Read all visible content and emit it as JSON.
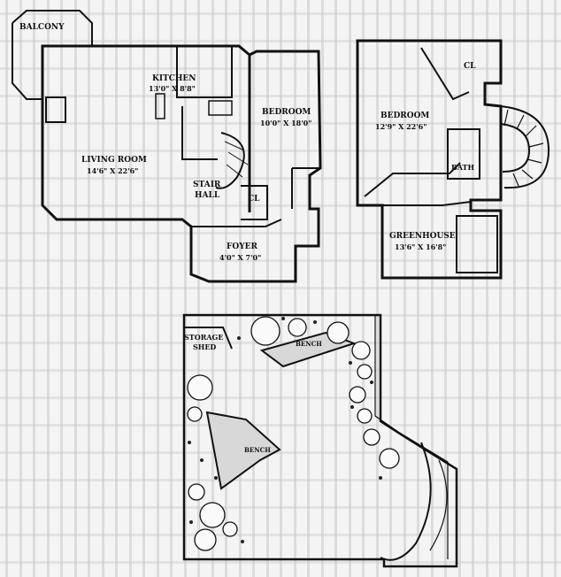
{
  "labels": {
    "balcony": "BALCONY",
    "kitchen": "KITCHEN",
    "kitchen_dim": "13'0\" X 8'8\"",
    "living_room": "LIVING ROOM",
    "living_room_dim": "14'6\" X 22'6\"",
    "bedroom1": "BEDROOM",
    "bedroom1_dim": "10'0\" X 18'0\"",
    "stair": "STAIR",
    "hall": "HALL",
    "closet1": "CL",
    "foyer": "FOYER",
    "foyer_dim": "4'0\" X 7'0\"",
    "closet2": "CL",
    "bedroom2": "BEDROOM",
    "bedroom2_dim": "12'9\" X 22'6\"",
    "bath": "BATH",
    "greenhouse": "GREENHOUSE",
    "greenhouse_dim": "13'6\" X 16'8\"",
    "storage": "STORAGE",
    "shed": "SHED",
    "bench_top": "BENCH",
    "bench_left": "BENCH"
  }
}
